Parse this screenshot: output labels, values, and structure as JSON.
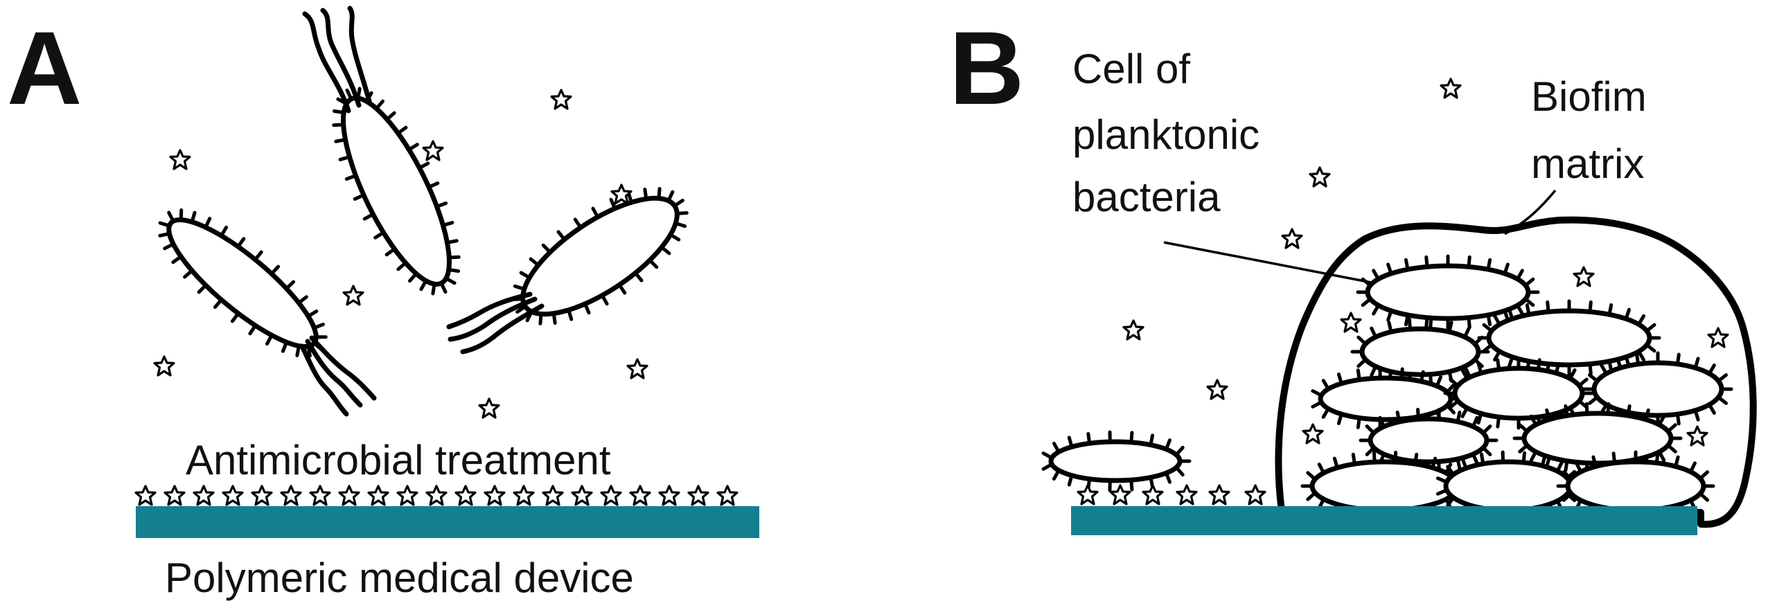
{
  "panel_a": {
    "letter": "A",
    "coating_label": "Antimicrobial treatment",
    "device_label": "Polymeric medical device"
  },
  "panel_b": {
    "letter": "B",
    "planktonic_label": [
      "Cell of",
      "planktonic",
      "bacteria"
    ],
    "matrix_label": [
      "Biofim",
      "matrix"
    ]
  },
  "colors": {
    "device_surface": "#14808f",
    "outline": "#000000",
    "background": "#ffffff"
  },
  "icons": {
    "antimicrobial_agent": "star-icon",
    "bacterium": "rod-bacterium-icon"
  }
}
